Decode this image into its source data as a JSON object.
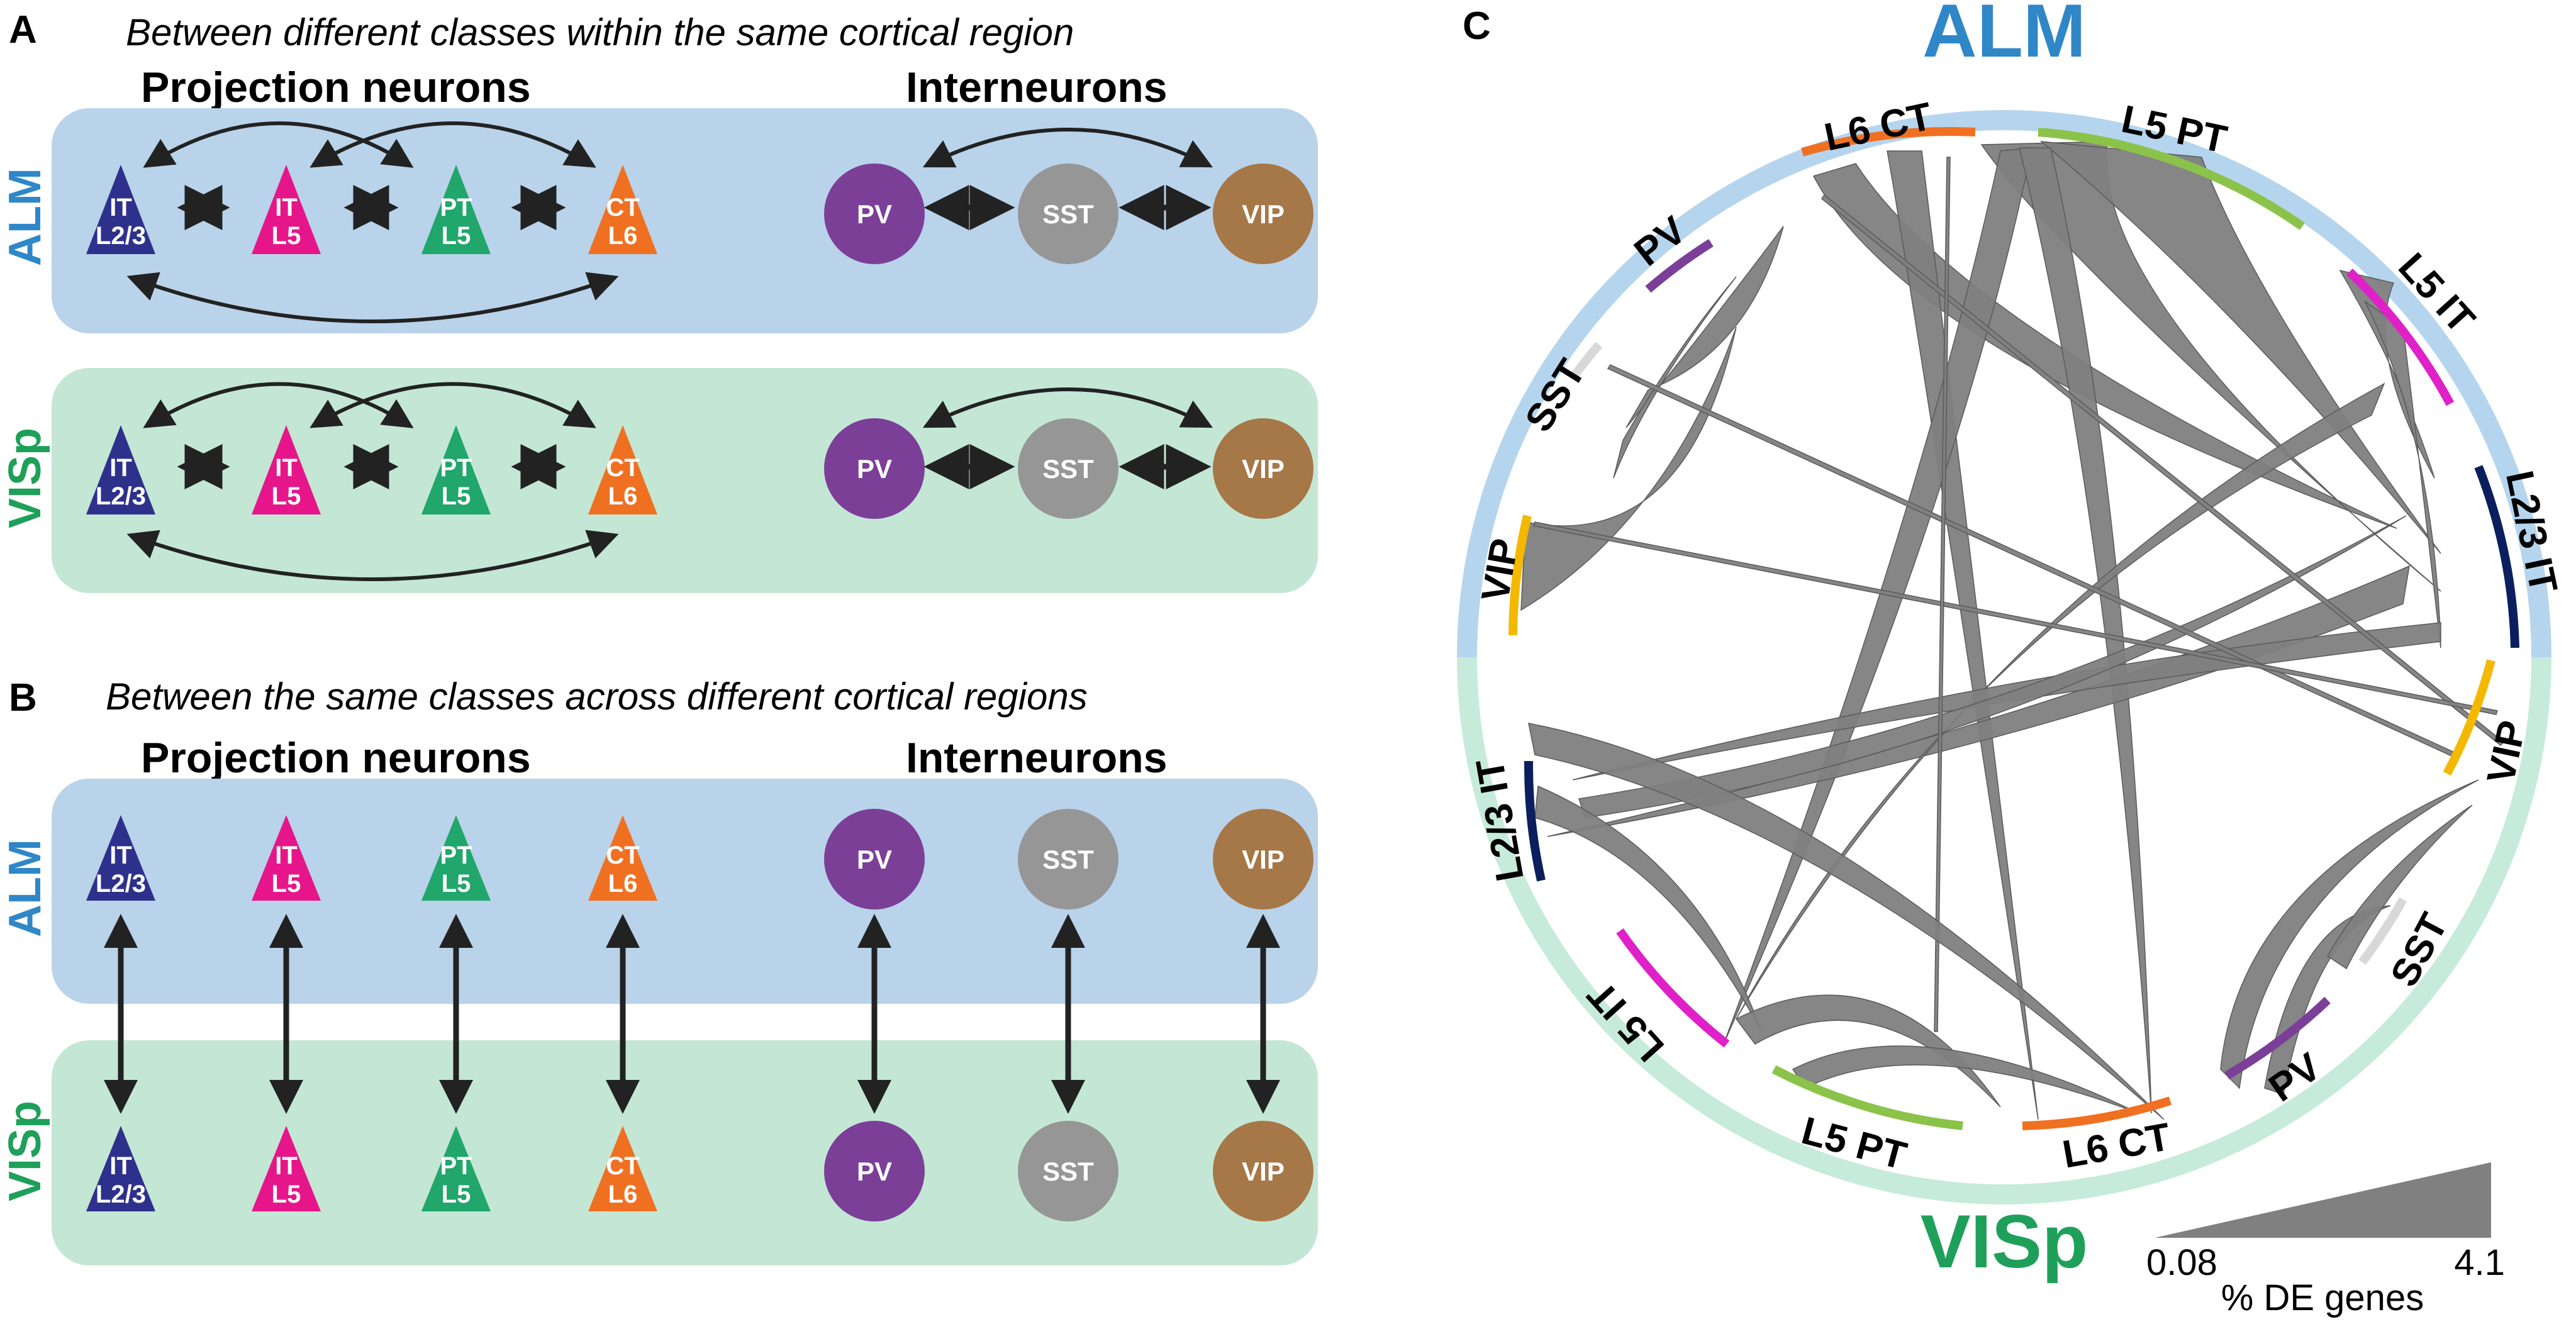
{
  "colors": {
    "alm": "#2F87C8",
    "visp": "#1FA05A",
    "alm_bg": "#B9D3EA",
    "visp_bg": "#C3E7D4",
    "it_l23": "#2E318C",
    "it_l5": "#E6168A",
    "pt_l5": "#21A66B",
    "ct_l6": "#F07022",
    "pv": "#7B3F98",
    "sst": "#969696",
    "vip": "#A67747",
    "ribbon": "#808080",
    "ring_alm": "#B5D5EE",
    "ring_visp": "#C6EBDB"
  },
  "panel_a": {
    "letter": "A",
    "caption": "Between different classes within the same cortical region",
    "projection_title": "Projection neurons",
    "interneuron_title": "Interneurons",
    "row_alm_label": "ALM",
    "row_visp_label": "VISp"
  },
  "panel_b": {
    "letter": "B",
    "caption": "Between the same classes across different cortical regions",
    "projection_title": "Projection neurons",
    "interneuron_title": "Interneurons",
    "row_alm_label": "ALM",
    "row_visp_label": "VISp"
  },
  "cells": {
    "it_l23": {
      "line1": "IT",
      "line2": "L2/3"
    },
    "it_l5": {
      "line1": "IT",
      "line2": "L5"
    },
    "pt_l5": {
      "line1": "PT",
      "line2": "L5"
    },
    "ct_l6": {
      "line1": "CT",
      "line2": "L6"
    },
    "pv": "PV",
    "sst": "SST",
    "vip": "VIP"
  },
  "panel_c": {
    "letter": "C",
    "top_region": "ALM",
    "bottom_region": "VISp",
    "alm_segments": {
      "l6ct": "L6 CT",
      "l5pt": "L5 PT",
      "l5it": "L5 IT",
      "l23it": "L2/3 IT",
      "pv": "PV",
      "sst": "SST",
      "vip": "VIP"
    },
    "visp_segments": {
      "l23it": "L2/3 IT",
      "l5it": "L5 IT",
      "l5pt": "L5 PT",
      "l6ct": "L6 CT",
      "pv": "PV",
      "sst": "SST",
      "vip": "VIP"
    },
    "legend": {
      "min": "0.08",
      "max": "4.1",
      "label": "% DE genes"
    }
  }
}
